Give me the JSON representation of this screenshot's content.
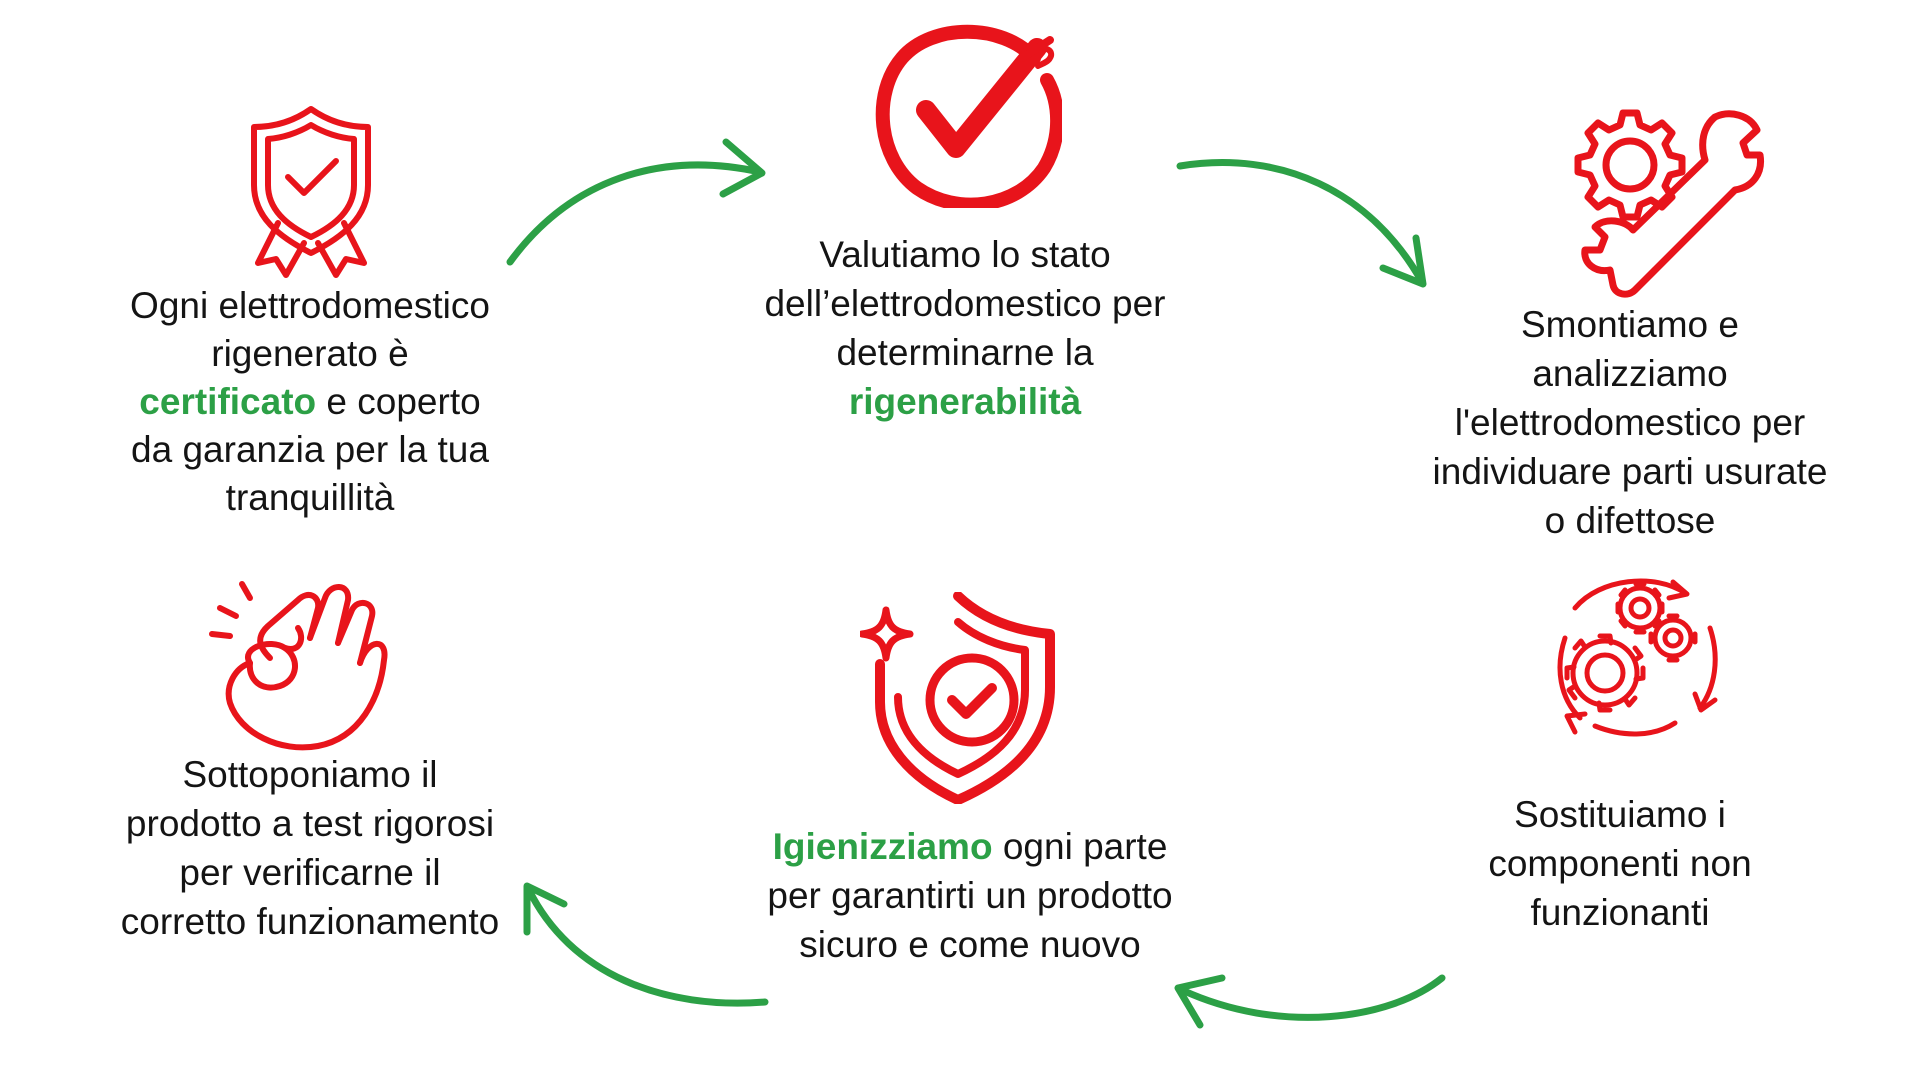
{
  "colors": {
    "icon_red": "#e8141b",
    "arrow_green": "#2ca046",
    "highlight_green": "#2ca046",
    "text": "#141414"
  },
  "steps": [
    {
      "id": "evaluate",
      "icon": "checkmark-circle-icon",
      "text_before": "Valutiamo lo stato dell’elettrodomestico per determinarne la ",
      "highlight": "rigenerabilità",
      "text_after": ""
    },
    {
      "id": "disassemble",
      "icon": "gear-wrench-icon",
      "text_before": "Smontiamo e analizziamo l'elettrodomestico per individuare parti usurate o difettose",
      "highlight": "",
      "text_after": ""
    },
    {
      "id": "replace",
      "icon": "rotating-gears-icon",
      "text_before": "Sostituiamo i componenti non funzionanti",
      "highlight": "",
      "text_after": ""
    },
    {
      "id": "sanitize",
      "icon": "sparkle-shield-icon",
      "text_before": "",
      "highlight": "Igienizziamo",
      "text_after": " ogni parte per garantirti un prodotto sicuro e come nuovo"
    },
    {
      "id": "test",
      "icon": "ok-hand-icon",
      "text_before": "Sottoponiamo il prodotto a test rigorosi per verificarne il corretto funzionamento",
      "highlight": "",
      "text_after": ""
    },
    {
      "id": "certify",
      "icon": "certified-badge-icon",
      "text_before": "Ogni elettrodomestico rigenerato è ",
      "highlight": "certificato",
      "text_after": " e coperto da garanzia per la tua tranquillità"
    }
  ]
}
